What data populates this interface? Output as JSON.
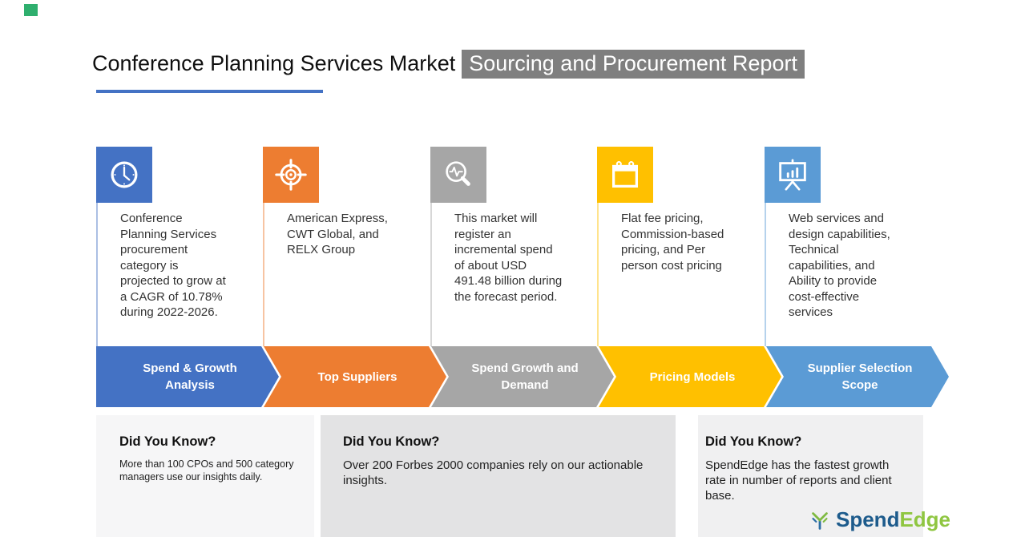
{
  "header": {
    "title": "Conference Planning Services Market",
    "subtitle": "Sourcing and Procurement Report"
  },
  "accent_square_color": "#2FAF6E",
  "columns": [
    {
      "name": "spend-growth-analysis",
      "icon": "clock-icon",
      "color": "#4472C4",
      "description": "Conference Planning Services procurement category is projected to grow at a CAGR of 10.78% during 2022-2026.",
      "arrow_label": "Spend & Growth Analysis"
    },
    {
      "name": "top-suppliers",
      "icon": "target-icon",
      "color": "#ED7D31",
      "description": "American Express, CWT Global, and RELX Group",
      "arrow_label": "Top Suppliers"
    },
    {
      "name": "spend-growth-and-demand",
      "icon": "magnifier-pulse-icon",
      "color": "#A6A6A6",
      "description": "This market will register an incremental spend of about USD 491.48 billion during the forecast period.",
      "arrow_label": "Spend Growth and Demand"
    },
    {
      "name": "pricing-models",
      "icon": "calendar-icon",
      "color": "#FFC000",
      "description": "Flat fee pricing, Commission-based pricing, and Per person cost pricing",
      "arrow_label": "Pricing Models"
    },
    {
      "name": "supplier-selection-scope",
      "icon": "presentation-chart-icon",
      "color": "#5B9BD5",
      "description": "Web services and design capabilities, Technical capabilities, and Ability to provide cost-effective services",
      "arrow_label": "Supplier Selection Scope"
    }
  ],
  "did_you_know": [
    {
      "heading": "Did You Know?",
      "body": "More than 100 CPOs and 500 category managers use our insights daily."
    },
    {
      "heading": "Did You Know?",
      "body": "Over 200 Forbes 2000 companies rely on our actionable insights."
    },
    {
      "heading": "Did You Know?",
      "body": "SpendEdge has the fastest growth rate in number of reports and client base."
    }
  ],
  "logo": {
    "brand_primary": "Spend",
    "brand_secondary": "Edge"
  }
}
